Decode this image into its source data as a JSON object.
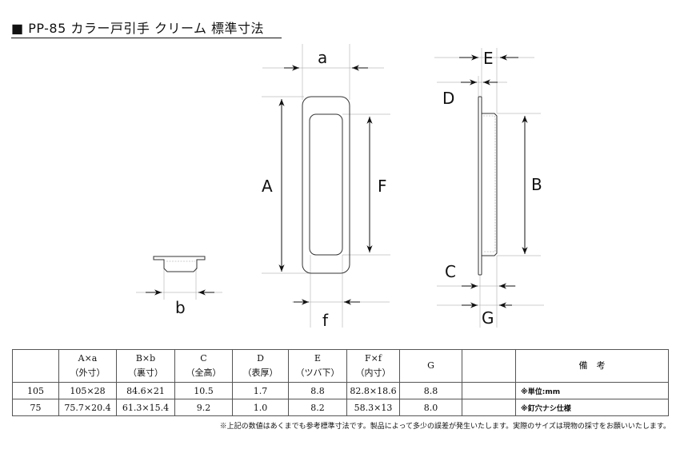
{
  "title": "■ PP-85 カラー戸引手 クリーム 標準寸法",
  "drawing": {
    "labels": {
      "a": "a",
      "A": "A",
      "F": "F",
      "f": "f",
      "b": "b",
      "E": "E",
      "D": "D",
      "B": "B",
      "C": "C",
      "G": "G"
    }
  },
  "table": {
    "headers": [
      {
        "top": "",
        "bottom": ""
      },
      {
        "top": "A×a",
        "bottom": "（外寸）"
      },
      {
        "top": "B×b",
        "bottom": "（裏寸）"
      },
      {
        "top": "C",
        "bottom": "（全高）"
      },
      {
        "top": "D",
        "bottom": "（表厚）"
      },
      {
        "top": "E",
        "bottom": "（ツバ下）"
      },
      {
        "top": "F×f",
        "bottom": "（内寸）"
      },
      {
        "top": "G",
        "bottom": ""
      },
      {
        "top": "",
        "bottom": ""
      },
      {
        "top": "備　考",
        "bottom": ""
      }
    ],
    "rows": [
      [
        "105",
        "105×28",
        "84.6×21",
        "10.5",
        "1.7",
        "8.8",
        "82.8×18.6",
        "8.8",
        ""
      ],
      [
        "75",
        "75.7×20.4",
        "61.3×15.4",
        "9.2",
        "1.0",
        "8.2",
        "58.3×13",
        "8.0",
        ""
      ]
    ],
    "notes": [
      "※単位:mm",
      "※釘穴ナシ仕様"
    ]
  },
  "footnote": "※上記の数値はあくまでも参考標準寸法です。製品によって多少の誤差が発生いたします。実際のサイズは現物の採寸をお願いいたします。"
}
